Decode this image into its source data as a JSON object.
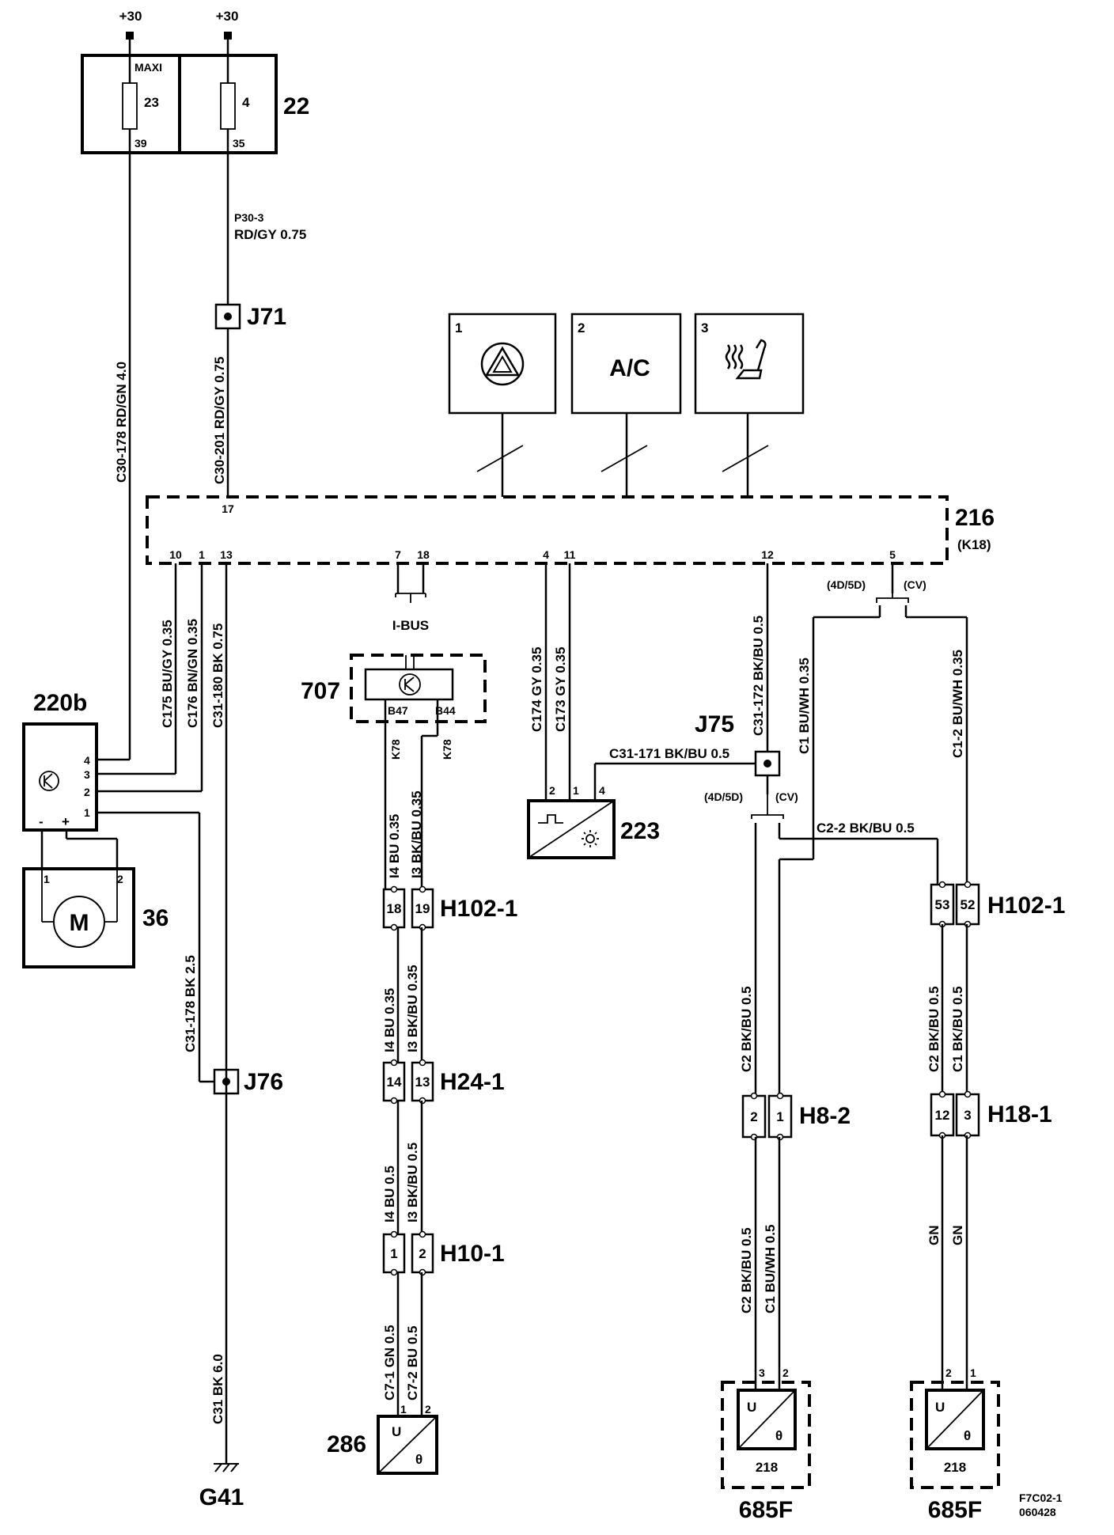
{
  "supply": {
    "left": "+30",
    "right": "+30"
  },
  "fuse_box": {
    "id": "22",
    "left_type": "MAXI",
    "left_fuse": "23",
    "left_pin": "39",
    "right_fuse": "4",
    "right_pin": "35"
  },
  "wires": {
    "p30_3_a": "P30-3",
    "p30_3_b": "RD/GY  0.75",
    "c30_201": "C30-201 RD/GY  0.75",
    "c30_178": "C30-178  RD/GN  4.0",
    "c175": "C175  BU/GY 0.35",
    "c176": "C176  BN/GN 0.35",
    "c31_180": "C31-180  BK  0.75",
    "c31_178": "C31-178  BK  2.5",
    "c31_bk_6": "C31  BK  6.0",
    "ibus_left_1": "I4  BU  0.35",
    "ibus_right_1": "I3  BK/BU  0.35",
    "ibus_left_2": "I4  BU  0.35",
    "ibus_right_2": "I3  BK/BU  0.35",
    "ibus_left_3": "I4  BU  0.5",
    "ibus_right_3": "I3  BK/BU  0.5",
    "c7_1": "C7-1  GN  0.5",
    "c7_2": "C7-2  BU  0.5",
    "k78_left": "K78",
    "k78_right": "K78",
    "c174": "C174  GY  0.35",
    "c173": "C173  GY  0.35",
    "c31_171": "C31-171  BK/BU  0.5",
    "c31_172": "C31-172  BK/BU  0.5",
    "c1_buwh": "C1  BU/WH  0.35",
    "c1_2": "C1-2  BU/WH  0.35",
    "c2_2": "C2-2  BK/BU   0.5",
    "h82_c2": "C2  BK/BU  0.5",
    "h181_c2": "C2  BK/BU  0.5",
    "h181_c1": "C1  BK/BU  0.5",
    "s685_c2": "C2  BK/BU  0.5",
    "s685_c1": "C1  BU/WH  0.5",
    "gn_left": "GN",
    "gn_right": "GN"
  },
  "components": {
    "j71": "J71",
    "j75": "J75",
    "j76": "J76",
    "ecu": "216",
    "ecu_sub": "(K18)",
    "fan_ctrl": "220b",
    "motor": "36",
    "motor_symbol": "M",
    "ibus": "I-BUS",
    "node_707": "707",
    "b47": "B47",
    "b44": "B44",
    "sensor_223": "223",
    "ground": "G41",
    "sensor_286": "286",
    "sensor_218": "218",
    "loc_685f_left": "685F",
    "loc_685f_right": "685F",
    "sig_u": "U",
    "sig_theta": "θ"
  },
  "buttons": [
    {
      "num": "1",
      "label": "",
      "icon": "hazard-triangle-icon"
    },
    {
      "num": "2",
      "label": "A/C",
      "icon": ""
    },
    {
      "num": "3",
      "label": "",
      "icon": "seat-heater-icon"
    }
  ],
  "ecu_pins": {
    "p17": "17",
    "p10": "10",
    "p1": "1",
    "p13": "13",
    "p7": "7",
    "p18": "18",
    "p4": "4",
    "p11": "11",
    "p12": "12",
    "p5": "5"
  },
  "variants": {
    "a1": "(4D/5D)",
    "b1": "(CV)",
    "a2": "(4D/5D)",
    "b2": "(CV)"
  },
  "ctrl_pins": {
    "p4": "4",
    "p3": "3",
    "p2": "2",
    "p1": "1",
    "minus": "-",
    "plus": "+"
  },
  "motor_pins": {
    "p1": "1",
    "p2": "2"
  },
  "sensor223_pins": {
    "p2": "2",
    "p1": "1",
    "p4": "4"
  },
  "connectors": {
    "h102_1_a": {
      "name": "H102-1",
      "pins": [
        "18",
        "19"
      ]
    },
    "h24_1": {
      "name": "H24-1",
      "pins": [
        "14",
        "13"
      ]
    },
    "h10_1": {
      "name": "H10-1",
      "pins": [
        "1",
        "2"
      ]
    },
    "h102_1_b": {
      "name": "H102-1",
      "pins": [
        "53",
        "52"
      ]
    },
    "h8_2": {
      "name": "H8-2",
      "pins": [
        "2",
        "1"
      ]
    },
    "h18_1": {
      "name": "H18-1",
      "pins": [
        "12",
        "3"
      ]
    }
  },
  "sensor_pins": {
    "s286": [
      "1",
      "2"
    ],
    "s218_left": [
      "3",
      "2"
    ],
    "s218_right": [
      "2",
      "1"
    ]
  },
  "footer": {
    "code": "F7C02-1",
    "date": "060428"
  }
}
